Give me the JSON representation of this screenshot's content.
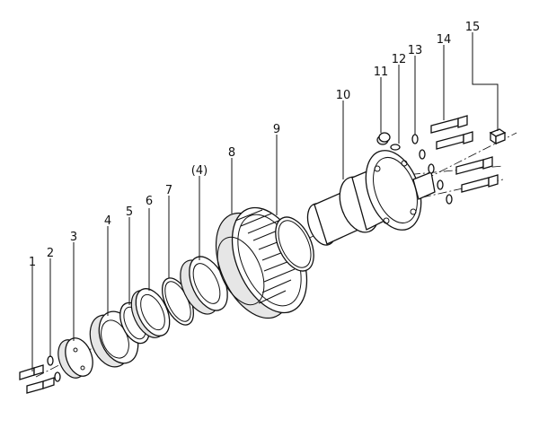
{
  "labels": [
    {
      "text": "1"
    },
    {
      "text": "2"
    },
    {
      "text": "3"
    },
    {
      "text": "4"
    },
    {
      "text": "5"
    },
    {
      "text": "6"
    },
    {
      "text": "7"
    },
    {
      "text": "(4)"
    },
    {
      "text": "8"
    },
    {
      "text": "9"
    },
    {
      "text": "10"
    },
    {
      "text": "11"
    },
    {
      "text": "12"
    },
    {
      "text": "13"
    },
    {
      "text": "14"
    },
    {
      "text": "15"
    }
  ],
  "colors": {
    "line": "#111111",
    "background": "#ffffff"
  }
}
